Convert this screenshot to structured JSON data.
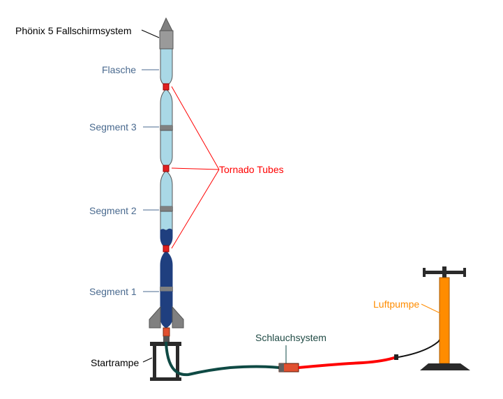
{
  "labels": {
    "parachute": "Phönix 5 Fallschirmsystem",
    "bottle": "Flasche",
    "segment3": "Segment 3",
    "segment2": "Segment 2",
    "segment1": "Segment 1",
    "tornado": "Tornado Tubes",
    "launchpad": "Startrampe",
    "hose": "Schlauchsystem",
    "pump": "Luftpumpe"
  },
  "colors": {
    "black_label": "#000000",
    "segment_label": "#4a6a8f",
    "tornado_label": "#ff0000",
    "hose_label": "#1f4a44",
    "pump_label": "#ff8c00",
    "water": "#1f3f7f",
    "bottle": "#a9d8e6",
    "grey": "#808080",
    "hose_dark": "#0f4a44",
    "hose_red": "#ff0000"
  }
}
